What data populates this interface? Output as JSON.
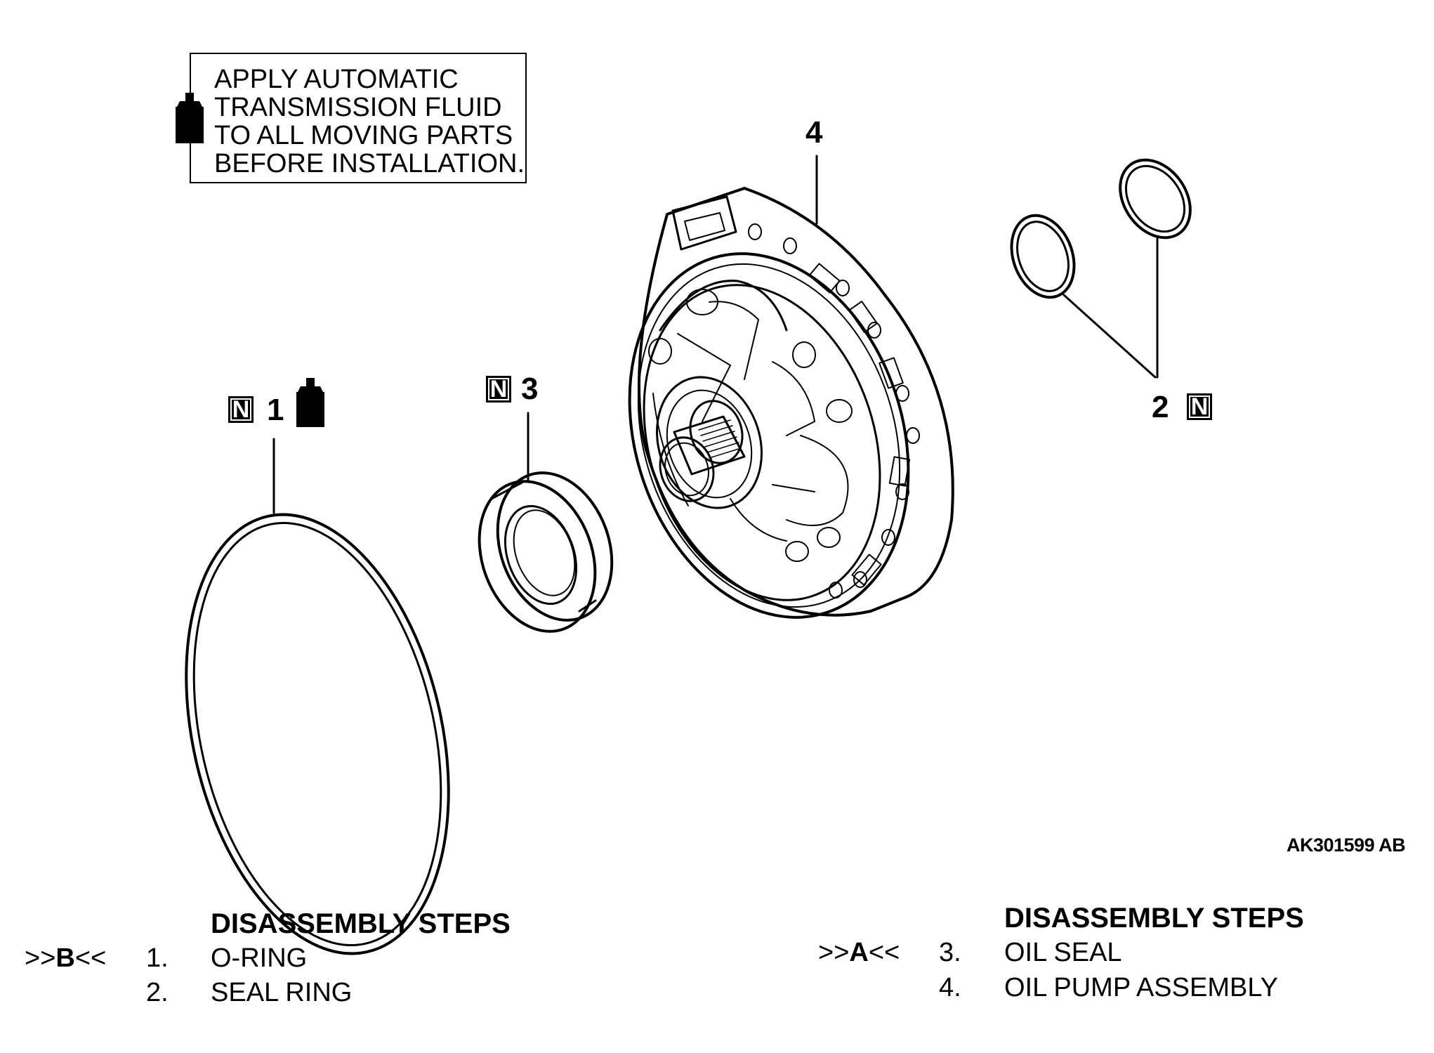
{
  "note": {
    "lines": [
      "APPLY AUTOMATIC",
      "TRANSMISSION FLUID",
      "TO ALL MOVING PARTS",
      "BEFORE INSTALLATION."
    ]
  },
  "callouts": {
    "part1": "1",
    "part2": "2",
    "part3": "3",
    "part4": "4",
    "n_badge": "N"
  },
  "figure_id": "AK301599 AB",
  "steps_left": {
    "title": "DISASSEMBLY STEPS",
    "marker_prefix": ">>",
    "marker_letter": "B",
    "marker_suffix": "<<",
    "items": [
      {
        "num": "1.",
        "label": "O-RING"
      },
      {
        "num": "2.",
        "label": "SEAL RING"
      }
    ]
  },
  "steps_right": {
    "title": "DISASSEMBLY STEPS",
    "marker_prefix": ">>",
    "marker_letter": "A",
    "marker_suffix": "<<",
    "items": [
      {
        "num": "3.",
        "label": "OIL SEAL"
      },
      {
        "num": "4.",
        "label": "OIL PUMP ASSEMBLY"
      }
    ]
  }
}
